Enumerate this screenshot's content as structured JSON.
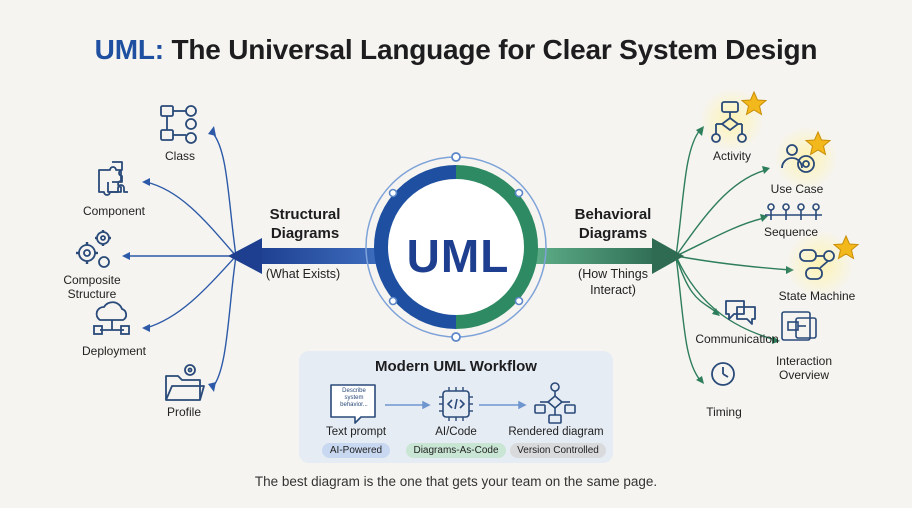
{
  "title": {
    "accent": "UML:",
    "rest": " The Universal Language for Clear System Design"
  },
  "center": {
    "label": "UML"
  },
  "structural": {
    "title_line1": "Structural",
    "title_line2": "Diagrams",
    "subtitle": "(What Exists)"
  },
  "behavioral": {
    "title_line1": "Behavioral",
    "title_line2": "Diagrams",
    "subtitle_line1": "(How Things",
    "subtitle_line2": "Interact)"
  },
  "structural_items": [
    {
      "label": "Class",
      "icon": "class-diagram-icon"
    },
    {
      "label": "Component",
      "icon": "puzzle-icon"
    },
    {
      "label_line1": "Composite",
      "label_line2": "Structure",
      "icon": "gears-icon"
    },
    {
      "label": "Deployment",
      "icon": "cloud-deploy-icon"
    },
    {
      "label": "Profile",
      "icon": "folder-gear-icon"
    }
  ],
  "behavioral_items": [
    {
      "label": "Activity",
      "icon": "flowchart-icon",
      "starred": true
    },
    {
      "label": "Use Case",
      "icon": "user-target-icon",
      "starred": true
    },
    {
      "label": "Sequence",
      "icon": "sequence-icon",
      "starred": false
    },
    {
      "label": "State Machine",
      "icon": "state-icon",
      "starred": true
    },
    {
      "label": "Communication",
      "icon": "chat-icon",
      "starred": false
    },
    {
      "label_line1": "Interaction",
      "label_line2": "Overview",
      "icon": "overview-icon",
      "starred": false
    },
    {
      "label": "Timing",
      "icon": "clock-icon",
      "starred": false
    }
  ],
  "workflow": {
    "title": "Modern UML Workflow",
    "prompt_icon_text": "Describe system behavior...",
    "steps": [
      {
        "label": "Text prompt",
        "badge": "AI-Powered"
      },
      {
        "label": "AI/Code",
        "badge": "Diagrams-As-Code"
      },
      {
        "label": "Rendered diagram",
        "badge": "Version Controlled"
      }
    ]
  },
  "tagline": "The best diagram is the one that gets your team on the same page.",
  "colors": {
    "structural_blue": "#1e4fa0",
    "behavioral_green": "#2e7d5b",
    "star_gold": "#f2b81c",
    "icon_blue": "#2a4a7a"
  }
}
